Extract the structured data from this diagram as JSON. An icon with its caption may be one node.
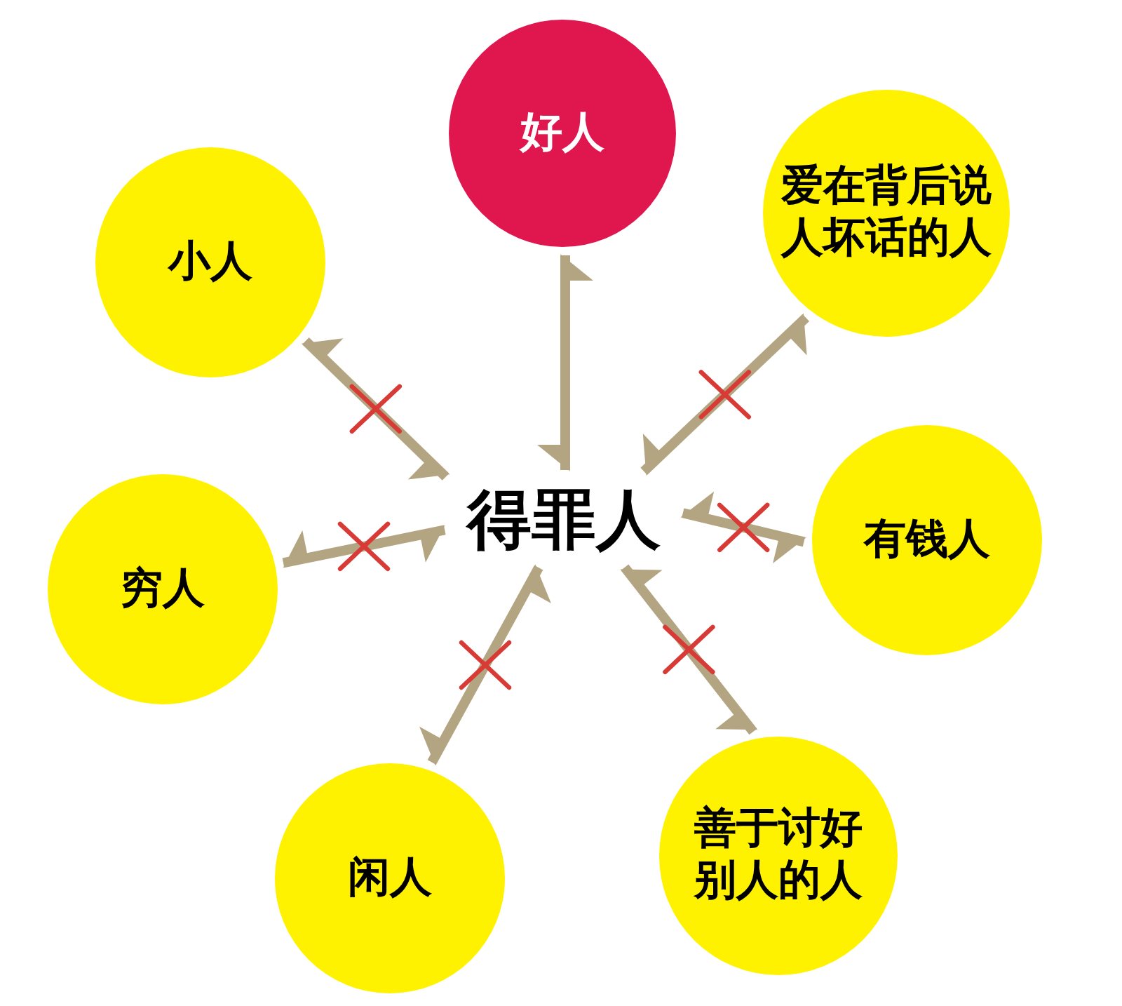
{
  "diagram": {
    "nodes": [
      {
        "text": [
          "好人"
        ]
      },
      {
        "text": [
          "小人"
        ]
      },
      {
        "text": [
          "爱在背后说人坏话的人"
        ]
      },
      {
        "text": [
          "得罪人"
        ]
      },
      {
        "text": [
          "穷人"
        ]
      },
      {
        "text": [
          "有钱人"
        ]
      },
      {
        "text": [
          "闲人"
        ]
      },
      {
        "text": [
          "善于讨好别人的人"
        ]
      }
    ],
    "edges": [
      {
        "from": 3,
        "to": 0,
        "arrow": "both"
      },
      {
        "from": 3,
        "to": 1,
        "arrow": "both"
      },
      {
        "from": 3,
        "to": 2,
        "arrow": "both"
      },
      {
        "from": 3,
        "to": 4,
        "arrow": "both"
      },
      {
        "from": 3,
        "to": 5,
        "arrow": "both"
      },
      {
        "from": 3,
        "to": 6,
        "arrow": "both"
      },
      {
        "from": 3,
        "to": 7,
        "arrow": "both"
      }
    ]
  }
}
